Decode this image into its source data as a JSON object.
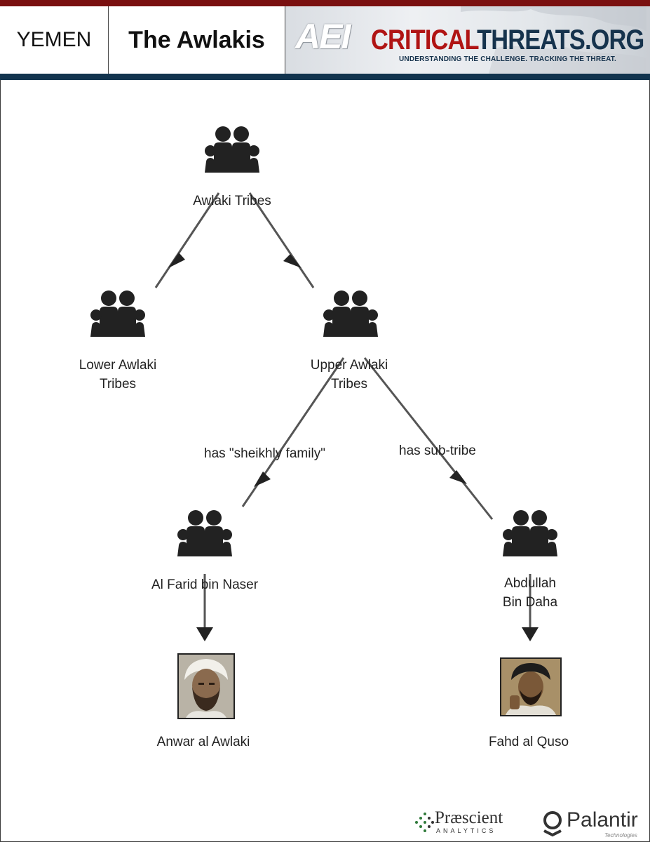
{
  "header": {
    "country": "YEMEN",
    "title": "The Awlakis",
    "brand_logo": "AEI",
    "brand_name_part1": "CRITICAL",
    "brand_name_part2": "THREATS.ORG",
    "brand_tagline": "UNDERSTANDING THE CHALLENGE.  TRACKING THE THREAT.",
    "colors": {
      "top_bar": "#7a1010",
      "bottom_bar": "#12344e",
      "brand_red": "#b01414",
      "brand_navy": "#16334d"
    }
  },
  "diagram": {
    "nodes": [
      {
        "id": "awlaki-tribes",
        "label": "Awlaki Tribes",
        "icon": "group-icon"
      },
      {
        "id": "lower-awlaki",
        "label": "Lower Awlaki\nTribes",
        "icon": "group-icon"
      },
      {
        "id": "upper-awlaki",
        "label": "Upper Awlaki\nTribes",
        "icon": "group-icon"
      },
      {
        "id": "al-farid",
        "label": "Al Farid bin Naser",
        "icon": "group-icon"
      },
      {
        "id": "abdullah-bin-daha",
        "label": "Abdullah\nBin Daha",
        "icon": "group-icon"
      },
      {
        "id": "anwar",
        "label": "Anwar al Awlaki",
        "icon": "person-photo"
      },
      {
        "id": "fahd",
        "label": "Fahd al Quso",
        "icon": "person-photo"
      }
    ],
    "edges": [
      {
        "from": "awlaki-tribes",
        "to": "lower-awlaki",
        "label": ""
      },
      {
        "from": "awlaki-tribes",
        "to": "upper-awlaki",
        "label": ""
      },
      {
        "from": "upper-awlaki",
        "to": "al-farid",
        "label": "has \"sheikhly family\""
      },
      {
        "from": "upper-awlaki",
        "to": "abdullah-bin-daha",
        "label": "has sub-tribe"
      },
      {
        "from": "al-farid",
        "to": "anwar",
        "label": ""
      },
      {
        "from": "abdullah-bin-daha",
        "to": "fahd",
        "label": ""
      }
    ]
  },
  "footer": {
    "logo1_name": "Præscient",
    "logo1_sub": "ANALYTICS",
    "logo2_name": "Palantir",
    "logo2_sub": "Technologies"
  }
}
